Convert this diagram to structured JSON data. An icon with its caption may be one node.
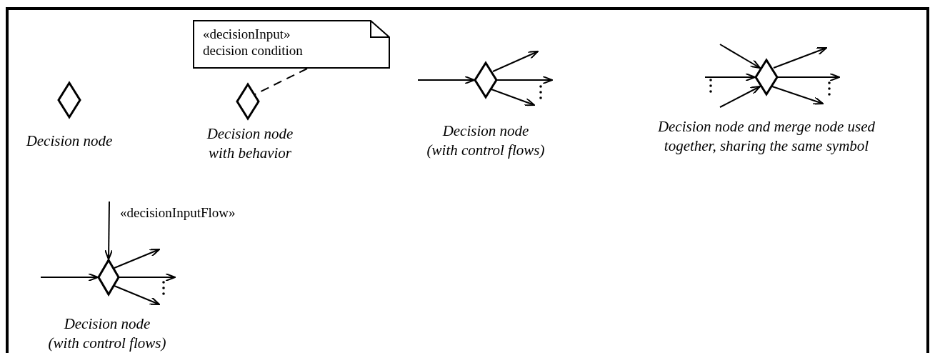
{
  "diagram": {
    "nodes": [
      {
        "text": [],
        "shape": "diamond",
        "beside": [
          "Decision node"
        ]
      },
      {
        "text": [
          "«decisionInput»",
          "decision condition"
        ]
      },
      {
        "text": [],
        "shape": "diamond",
        "beside": [
          "Decision node with behavior"
        ]
      },
      {
        "text": [],
        "shape": "diamond",
        "beside": [
          "Decision node (with control flows)"
        ]
      },
      {
        "text": [],
        "shape": "diamond",
        "beside": [
          "Decision node and merge node used together, sharing the same symbol"
        ]
      },
      {
        "text": [],
        "shape": "diamond",
        "beside": [
          "Decision node (with control flows)"
        ]
      }
    ],
    "edges": [
      {
        "from": 1,
        "to": 2,
        "arrow": "none",
        "style": "dashed"
      },
      {
        "from": null,
        "to": 3,
        "arrow": "to"
      },
      {
        "from": 3,
        "to": null,
        "arrow": "to"
      },
      {
        "from": 3,
        "to": null,
        "arrow": "to"
      },
      {
        "from": 3,
        "to": null,
        "arrow": "to"
      },
      {
        "from": null,
        "to": 4,
        "arrow": "to"
      },
      {
        "from": null,
        "to": 4,
        "arrow": "to"
      },
      {
        "from": null,
        "to": 4,
        "arrow": "to"
      },
      {
        "from": 4,
        "to": null,
        "arrow": "to"
      },
      {
        "from": 4,
        "to": null,
        "arrow": "to"
      },
      {
        "from": 4,
        "to": null,
        "arrow": "to"
      },
      {
        "from": null,
        "to": 5,
        "arrow": "to",
        "label": "«decisionInputFlow»"
      },
      {
        "from": null,
        "to": 5,
        "arrow": "to"
      },
      {
        "from": 5,
        "to": null,
        "arrow": "to"
      },
      {
        "from": 5,
        "to": null,
        "arrow": "to"
      },
      {
        "from": 5,
        "to": null,
        "arrow": "to"
      }
    ]
  }
}
